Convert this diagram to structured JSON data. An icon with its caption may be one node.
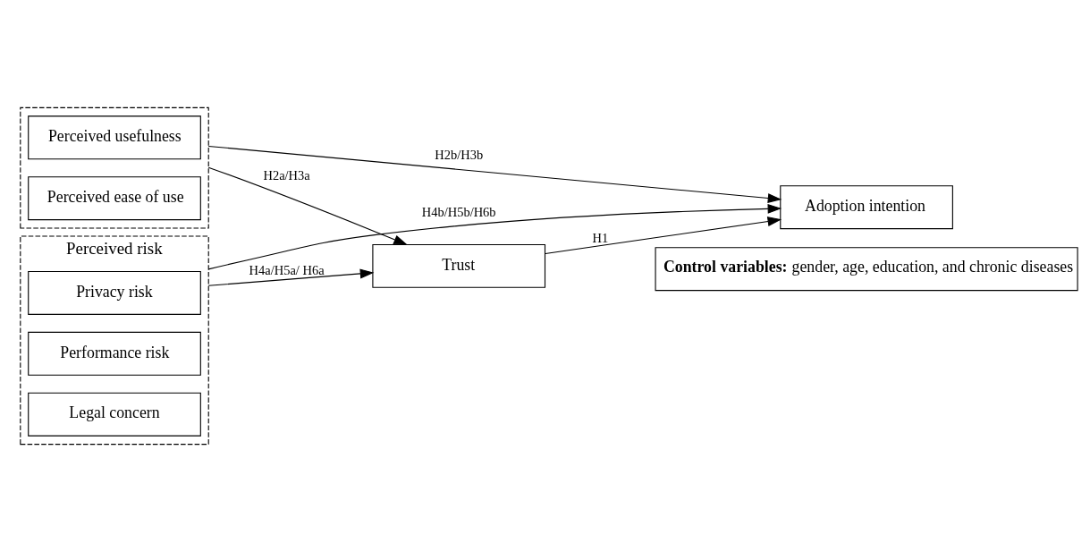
{
  "diagram": {
    "nodes": [
      {
        "text": [],
        "shape": "box"
      },
      {
        "text": [
          "Perceived usefulness"
        ],
        "in": 0
      },
      {
        "text": [
          "Perceived ease of use"
        ],
        "in": 0
      },
      {
        "text": [
          "Perceived risk"
        ]
      },
      {
        "text": [
          "Privacy risk"
        ],
        "in": 3
      },
      {
        "text": [
          "Performance risk"
        ],
        "in": 3
      },
      {
        "text": [
          "Legal concern"
        ],
        "in": 3
      },
      {
        "text": [
          "Trust"
        ]
      },
      {
        "text": [
          "Adoption intention"
        ]
      },
      {
        "text": [
          "**Control variables:** gender, age, education, and chronic diseases"
        ]
      }
    ],
    "edges": [
      {
        "from": 0,
        "to": 7,
        "arrow": "to",
        "label": "H2a/H3a"
      },
      {
        "from": 0,
        "to": 8,
        "arrow": "to",
        "label": "H2b/H3b"
      },
      {
        "from": 3,
        "to": 7,
        "arrow": "to",
        "label": "H4a/H5a/ H6a"
      },
      {
        "from": 7,
        "to": 8,
        "arrow": "to",
        "label": "H1"
      },
      {
        "from": 3,
        "to": 8,
        "arrow": "to",
        "label": "H4b/H5b/H6b"
      }
    ]
  }
}
